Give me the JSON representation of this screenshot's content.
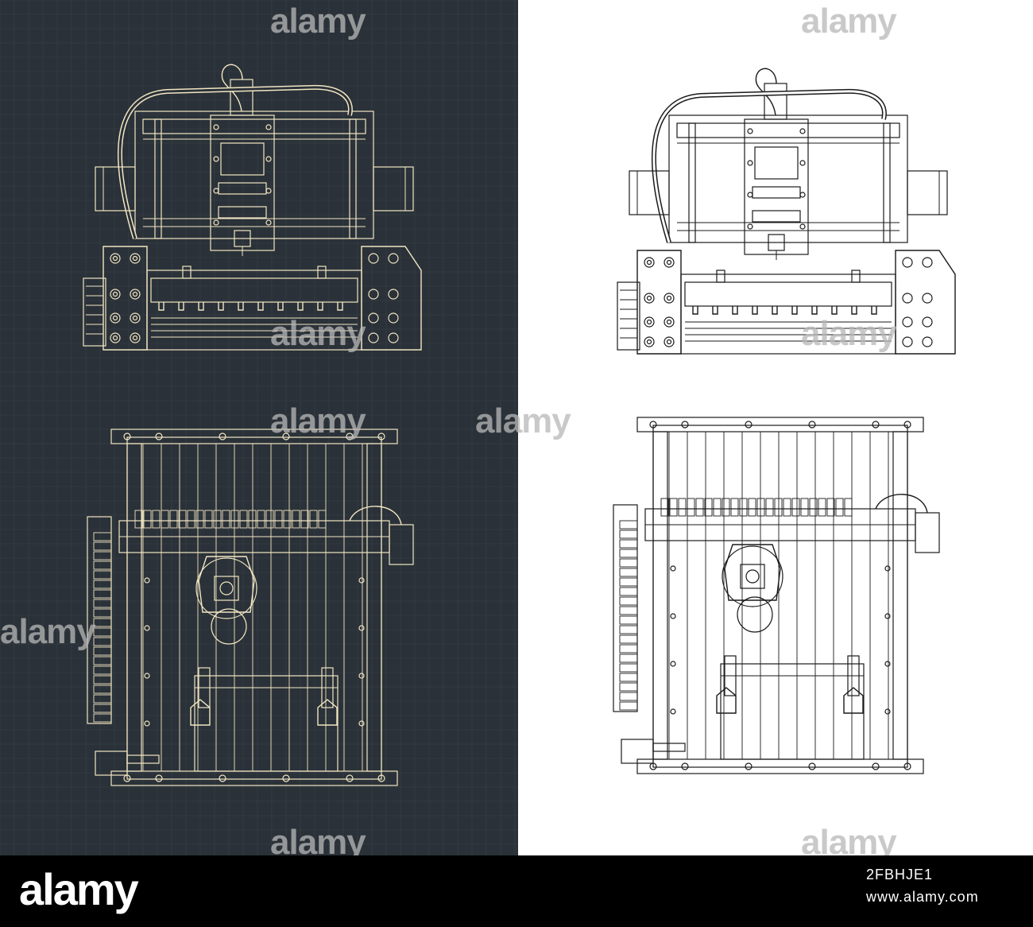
{
  "colors": {
    "dark_bg": "#2a3138",
    "grid": "#38424b",
    "line_dark": "#f2e6c3",
    "light_bg": "#ffffff",
    "line_light": "#1a1a1a",
    "watermark": "#b8b8b8",
    "footer_bg": "#000000",
    "footer_text": "#ffffff"
  },
  "watermark": {
    "text": "alamy"
  },
  "footer": {
    "logo": "alamy",
    "image_id": "2FBHJE1",
    "url": "www.alamy.com"
  }
}
